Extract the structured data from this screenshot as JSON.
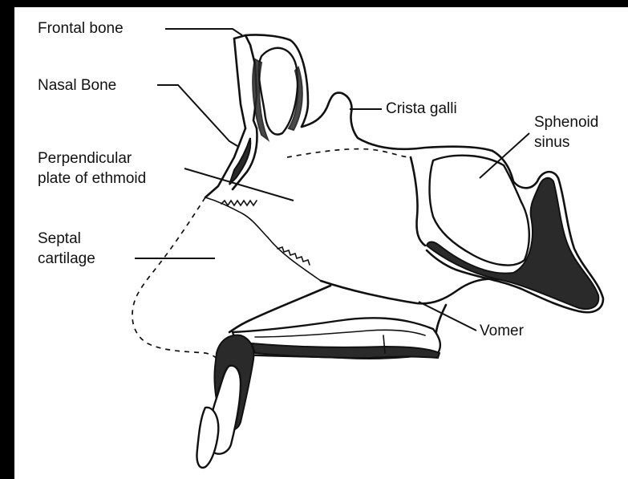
{
  "figure": {
    "labels": {
      "frontal_bone": "Frontal bone",
      "nasal_bone": "Nasal Bone",
      "perpendicular_plate_line1": "Perpendicular",
      "perpendicular_plate_line2": "plate of ethmoid",
      "septal_cartilage_line1": "Septal",
      "septal_cartilage_line2": "cartilage",
      "crista_galli": "Crista galli",
      "sphenoid_sinus_line1": "Sphenoid",
      "sphenoid_sinus_line2": "sinus",
      "vomer": "Vomer"
    },
    "colors": {
      "background": "#000000",
      "panel": "#ffffff",
      "ink": "#111111"
    }
  }
}
